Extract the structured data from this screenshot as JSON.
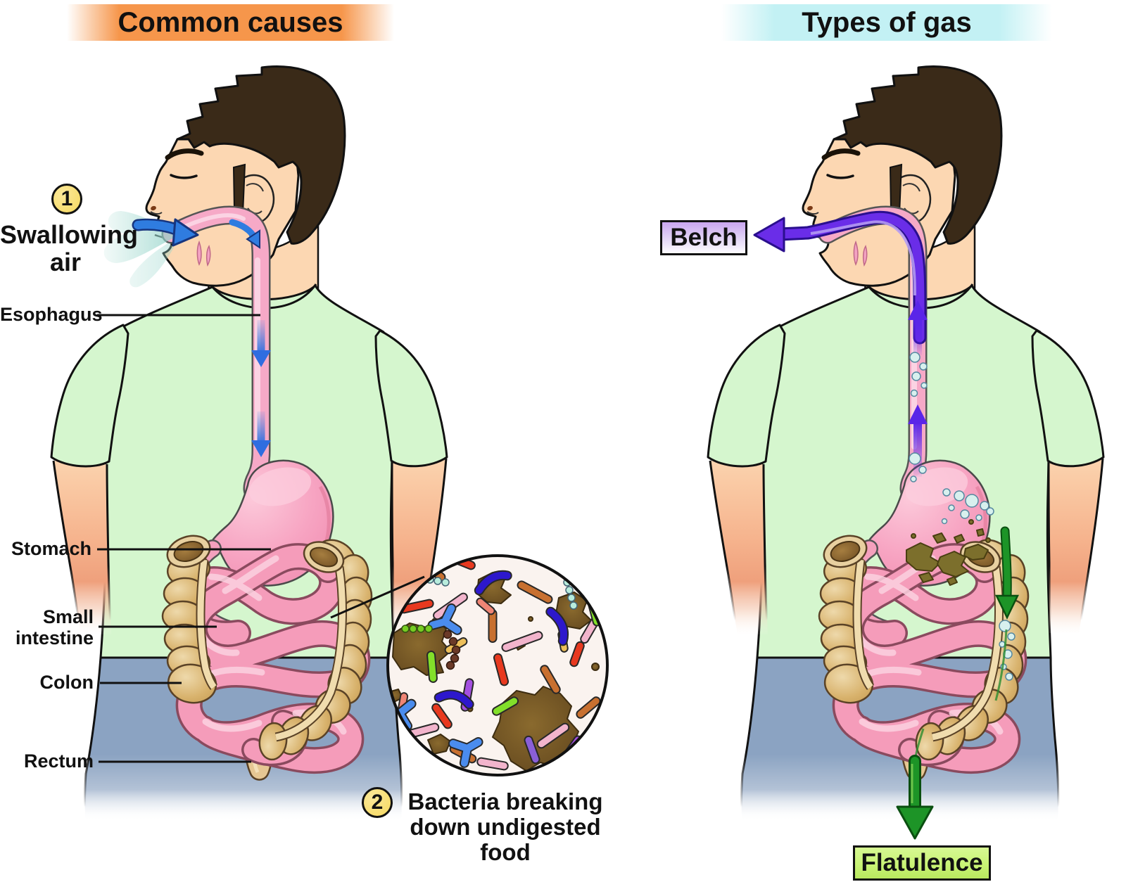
{
  "panels": {
    "left": {
      "title": "Common causes",
      "steps": [
        {
          "number": "1",
          "lines": [
            "Swallowing",
            "air"
          ]
        },
        {
          "number": "2",
          "lines": [
            "Bacteria breaking",
            "down undigested",
            "food"
          ]
        }
      ],
      "labels": {
        "esophagus": "Esophagus",
        "stomach": "Stomach",
        "small_intestine_lines": [
          "Small",
          "intestine"
        ],
        "colon": "Colon",
        "rectum": "Rectum"
      }
    },
    "right": {
      "title": "Types of gas",
      "belch": "Belch",
      "flatulence": "Flatulence"
    }
  },
  "colors": {
    "banner_orange": "#f6964b",
    "banner_cyan": "#c3f1f4",
    "belch_box_fill": "#c9a6ef",
    "flatulence_box_fill": "#c9f376",
    "badge_yellow": "#f6d95e",
    "skin": "#fcd7b2",
    "shirt_green": "#d5f6ce",
    "pants_blue": "#8ba3c2",
    "hair_brown": "#3a2a18",
    "organ_pink": "#f6a9c7",
    "colon_tan": "#d9b36e",
    "swallow_arrow_blue": "#2f7ce0",
    "belch_arrow_purple": "#6a2de8",
    "gas_arrow_green": "#1d9427"
  }
}
